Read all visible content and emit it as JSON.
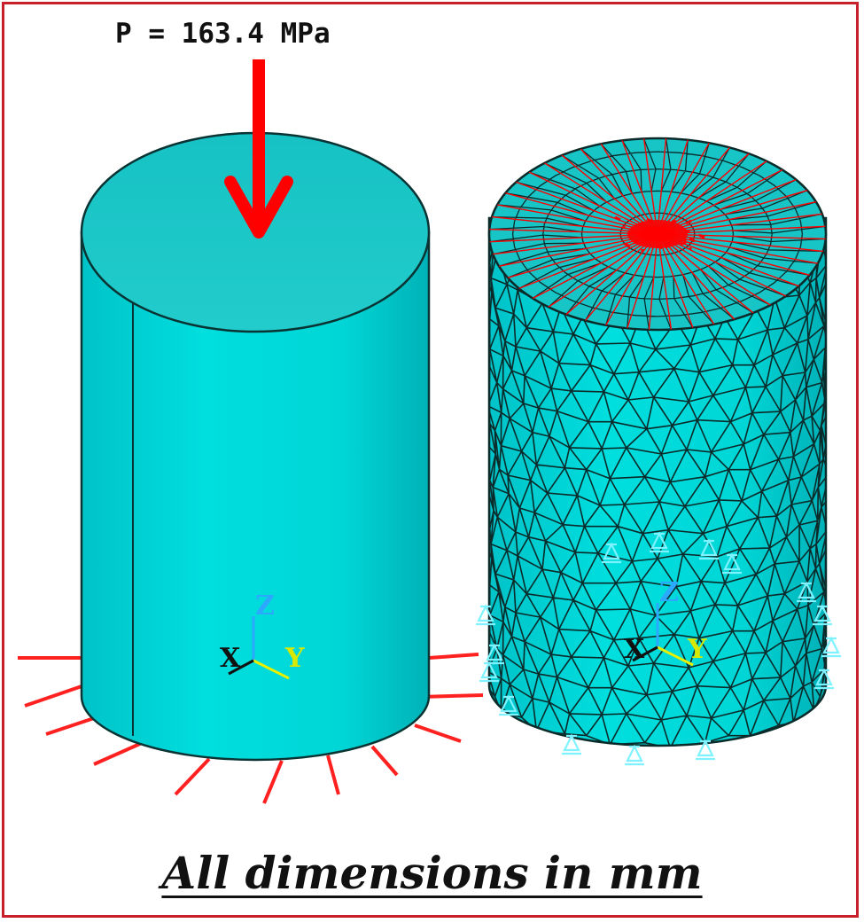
{
  "load": {
    "label": "P = 163.4 MPa"
  },
  "caption": "All dimensions in mm",
  "axes": {
    "x": "X",
    "y": "Y",
    "z": "Z"
  },
  "colors": {
    "cylinder": "#00d7d7",
    "cylinder_dark": "#00b3b8",
    "load_arrow": "#ff0000",
    "constraints": "#ff2020",
    "mesh_lines": "#0b2b2b",
    "support_symbols": "#7ef3ff",
    "border": "#c8202a"
  }
}
